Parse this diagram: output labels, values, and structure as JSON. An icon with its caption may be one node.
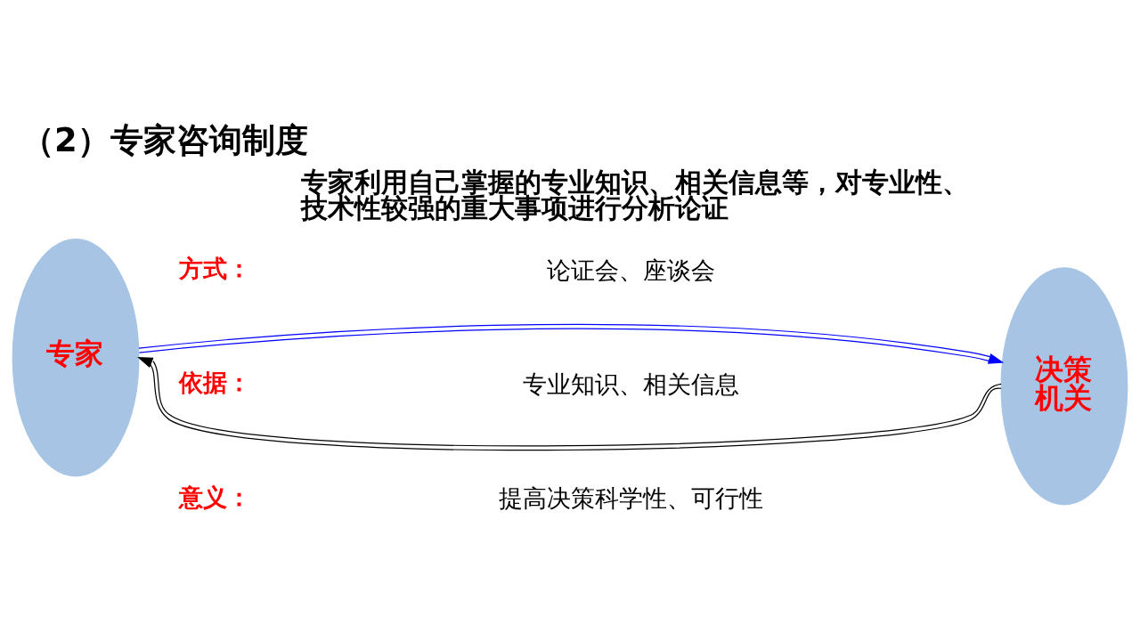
{
  "diagram": {
    "title": "（2）专家咨询制度",
    "nodes": [
      {
        "text": [
          "专家"
        ]
      },
      {
        "text": [
          "决策机关"
        ]
      }
    ],
    "edges": [
      {
        "from": 0,
        "to": 1,
        "arrow": "to",
        "color": "#0000ff"
      },
      {
        "from": 1,
        "to": 0,
        "arrow": "to",
        "color": "#000000"
      }
    ],
    "labels": [
      "专家利用自己掌握的专业知识、相关信息等，对专业性、技术性较强的重大事项进行分析论证",
      "方式：",
      "论证会、座谈会",
      "依据：",
      "专业知识、相关信息",
      "意义：",
      "提高决策科学性、可行性"
    ]
  }
}
